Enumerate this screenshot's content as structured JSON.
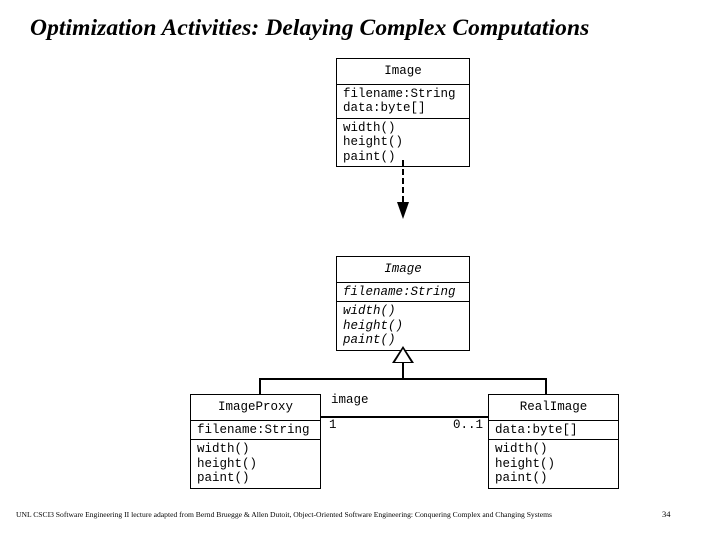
{
  "slide": {
    "title": "Optimization Activities: Delaying Complex Computations",
    "footer": "UNL CSCI3 Software Engineering II lecture adapted from Bernd Bruegge & Allen Dutoit, Object-Oriented Software Engineering: Conquering Complex and Changing Systems",
    "page_number": "34"
  },
  "diagram": {
    "classes": [
      {
        "id": "image-concrete",
        "name": "Image",
        "attributes": [
          "filename:String",
          "data:byte[]"
        ],
        "operations": [
          "width()",
          "height()",
          "paint()"
        ]
      },
      {
        "id": "image-abstract",
        "name": "Image",
        "attributes": [
          "filename:String"
        ],
        "operations": [
          "width()",
          "height()",
          "paint()"
        ]
      },
      {
        "id": "image-proxy",
        "name": "ImageProxy",
        "attributes": [
          "filename:String"
        ],
        "operations": [
          "width()",
          "height()",
          "paint()"
        ]
      },
      {
        "id": "real-image",
        "name": "RealImage",
        "attributes": [
          "data:byte[]"
        ],
        "operations": [
          "width()",
          "height()",
          "paint()"
        ]
      }
    ],
    "association": {
      "role_label": "image",
      "source_multiplicity": "1",
      "target_multiplicity": "0..1"
    }
  }
}
